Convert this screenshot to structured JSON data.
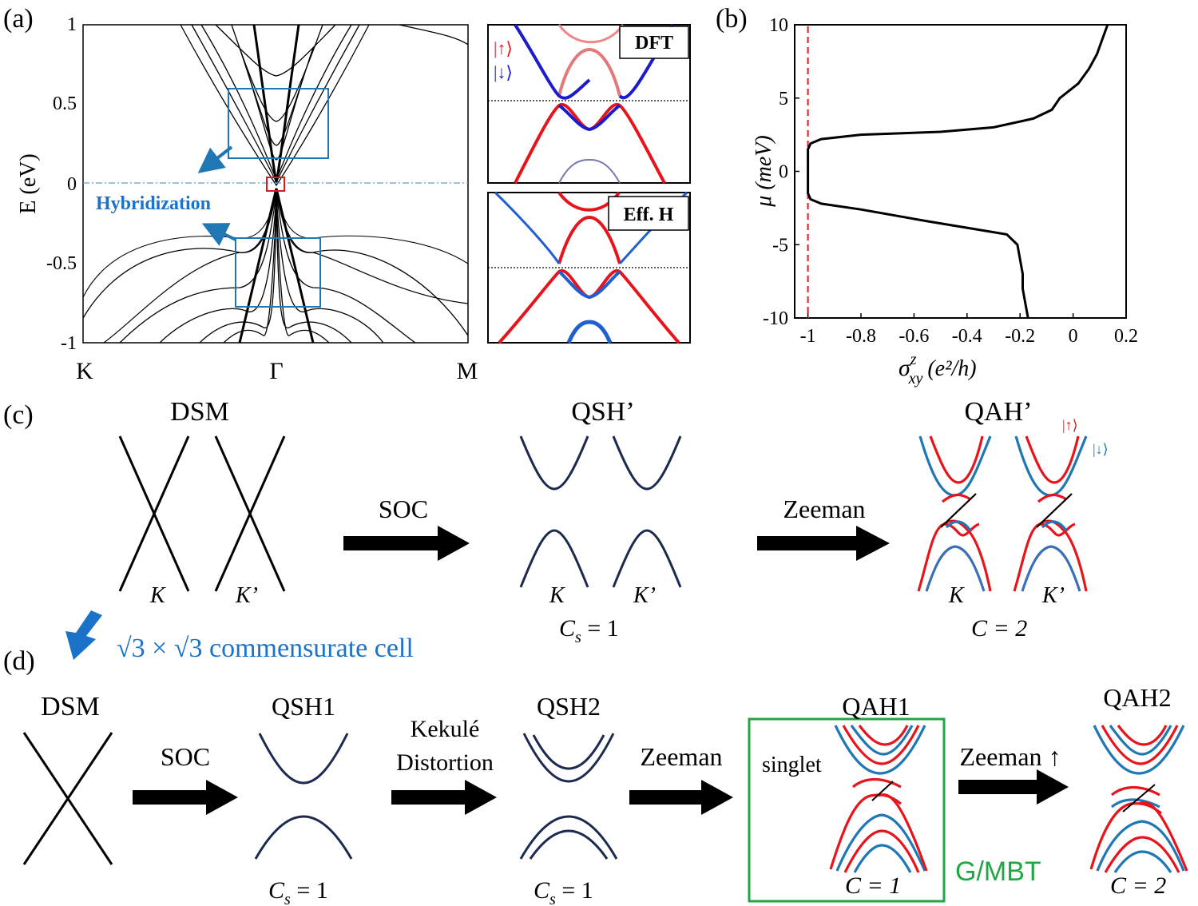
{
  "colors": {
    "black": "#000000",
    "blue": "#1f77b4",
    "red": "#e8141c",
    "navy": "#1b2a4e",
    "green": "#21a545",
    "label_blue": "#1a73c9"
  },
  "panel_a": {
    "label": "(a)",
    "ylabel": "E (eV)",
    "yticks": [
      "1",
      "0.5",
      "0",
      "-0.5",
      "-1"
    ],
    "xticks": [
      "K",
      "Γ",
      "M"
    ],
    "hybridization": "Hybridization",
    "dft_box": "DFT",
    "effh_box": "Eff. H",
    "spin_up": "|↑⟩",
    "spin_down": "|↓⟩"
  },
  "panel_b": {
    "label": "(b)",
    "ylabel": "μ (meV)",
    "xlabel_main": "σ",
    "xlabel_sup": "z",
    "xlabel_sub": "xy",
    "xlabel_units": "(e²/h)",
    "yticks": [
      "10",
      "5",
      "0",
      "-5",
      "-10"
    ],
    "xticks": [
      "-1",
      "-0.8",
      "-0.6",
      "-0.4",
      "-0.2",
      "0",
      "0.2"
    ]
  },
  "chart_data": {
    "type": "line",
    "xlabel": "σ_xy^z (e^2/h)",
    "ylabel": "μ (meV)",
    "xlim": [
      -1.05,
      0.2
    ],
    "ylim": [
      -10,
      10
    ],
    "reference_line_x": -1,
    "series": [
      {
        "points": [
          [
            -0.17,
            -10
          ],
          [
            -0.18,
            -9
          ],
          [
            -0.19,
            -8
          ],
          [
            -0.19,
            -7
          ],
          [
            -0.2,
            -6
          ],
          [
            -0.21,
            -5
          ],
          [
            -0.25,
            -4.3
          ],
          [
            -0.35,
            -4
          ],
          [
            -0.55,
            -3.4
          ],
          [
            -0.8,
            -2.6
          ],
          [
            -0.95,
            -2.2
          ],
          [
            -0.99,
            -1.9
          ],
          [
            -1.0,
            -1.5
          ],
          [
            -1.0,
            0
          ],
          [
            -1.0,
            1.5
          ],
          [
            -0.99,
            1.9
          ],
          [
            -0.95,
            2.2
          ],
          [
            -0.8,
            2.5
          ],
          [
            -0.5,
            2.7
          ],
          [
            -0.3,
            3.0
          ],
          [
            -0.15,
            3.6
          ],
          [
            -0.08,
            4.2
          ],
          [
            -0.05,
            5
          ],
          [
            0.02,
            6
          ],
          [
            0.06,
            7
          ],
          [
            0.09,
            8
          ],
          [
            0.11,
            9
          ],
          [
            0.13,
            10
          ]
        ]
      }
    ]
  },
  "panel_c": {
    "label": "(c)",
    "dsm": "DSM",
    "qsh": "QSH’",
    "qah": "QAH’",
    "soc": "SOC",
    "zeeman": "Zeeman",
    "k": "K",
    "kp": "K’",
    "cs1_main": "C",
    "cs1_sub": "s",
    "cs1_rest": " = 1",
    "c2": "C = 2",
    "spin_up": "|↑⟩",
    "spin_down": "|↓⟩"
  },
  "commensurate": "√3 × √3 commensurate cell",
  "panel_d": {
    "label": "(d)",
    "dsm": "DSM",
    "soc": "SOC",
    "qsh1": "QSH1",
    "kekule1": "Kekulé",
    "kekule2": "Distortion",
    "qsh2": "QSH2",
    "zeeman": "Zeeman",
    "qah1": "QAH1",
    "singlet": "singlet",
    "zeeman_up": "Zeeman ↑",
    "qah2": "QAH2",
    "gmbt": "G/MBT",
    "cs_main": "C",
    "cs_sub": "s",
    "cs_rest": " = 1",
    "c1": "C = 1",
    "c2": "C = 2"
  }
}
